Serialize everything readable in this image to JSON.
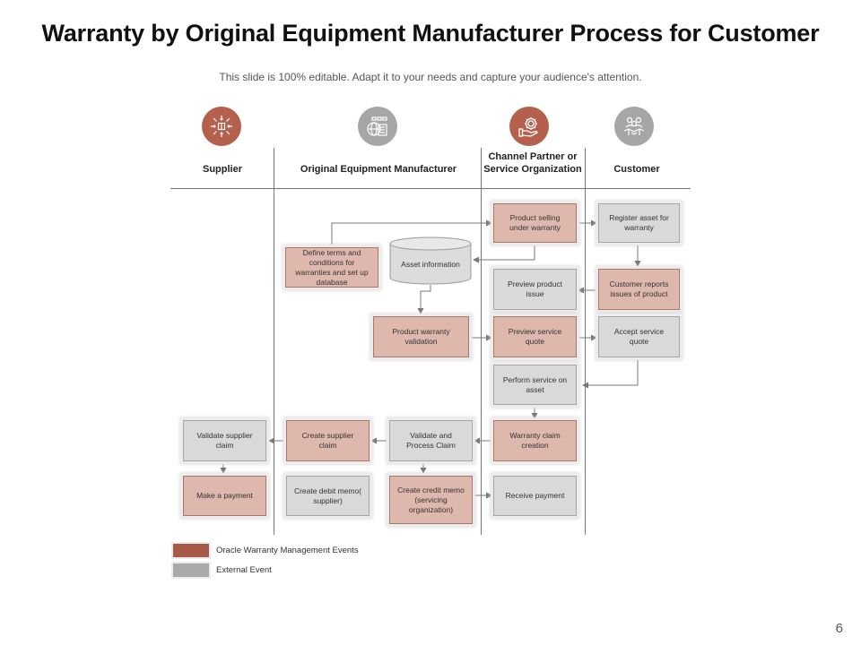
{
  "title": "Warranty by Original Equipment Manufacturer Process for Customer",
  "subtitle": "This slide is 100% editable. Adapt it to your needs and capture your audience's attention.",
  "page_number": "6",
  "colors": {
    "oracle_fill": "#dfb8ad",
    "external_fill": "#d9d9d9",
    "oracle_icon": "#b5604c",
    "external_icon": "#a6a6a6"
  },
  "lanes": [
    {
      "label": "Supplier",
      "icon": "supplier-network-icon"
    },
    {
      "label": "Original Equipment Manufacturer",
      "icon": "factory-globe-icon"
    },
    {
      "label": "Channel Partner or Service Organization",
      "icon": "gear-hand-icon"
    },
    {
      "label": "Customer",
      "icon": "people-handshake-icon"
    }
  ],
  "nodes": {
    "product_selling": "Product selling under warranty",
    "register_asset": "Register asset for warranty",
    "define_terms": "Define terms and conditions for warranties and set up database",
    "asset_information": "Asset information",
    "preview_product_issue": "Preview product issue",
    "customer_reports": "Customer reports issues of product",
    "product_warranty_validation": "Product warranty validation",
    "preview_service_quote": "Preview service quote",
    "accept_service_quote": "Accept service quote",
    "perform_service": "Perform service on asset",
    "validate_supplier_claim": "Validate supplier claim",
    "create_supplier_claim": "Create supplier claim",
    "validate_process_claim": "Validate and Process Claim",
    "warranty_claim_creation": "Warranty claim creation",
    "make_payment": "Make a payment",
    "create_debit_memo": "Create debit memo( supplier)",
    "create_credit_memo": "Create credit memo (servicing organization)",
    "receive_payment": "Receive payment"
  },
  "legend": [
    {
      "label": "Oracle Warranty Management Events",
      "kind": "oracle"
    },
    {
      "label": "External Event",
      "kind": "external"
    }
  ]
}
